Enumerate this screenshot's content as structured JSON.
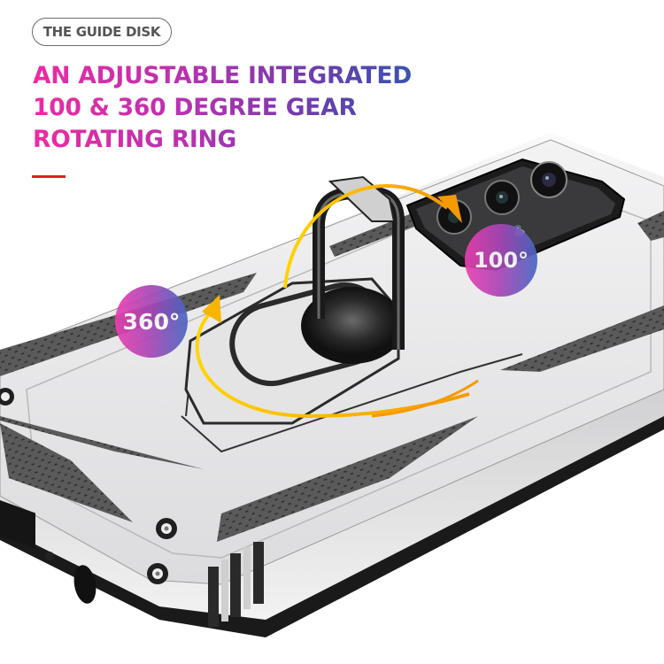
{
  "badge": {
    "label": "THE GUIDE DISK"
  },
  "headline": {
    "lines": [
      "AN ADJUSTABLE INTEGRATED",
      "100 & 360 DEGREE GEAR",
      "ROTATING RING"
    ],
    "gradient": [
      "#ef2aa3",
      "#b632b0",
      "#6e3dae",
      "#2f56b0"
    ]
  },
  "accent_line_color": "#e02020",
  "callouts": {
    "rotation_360": "360°",
    "rotation_100": "100°"
  },
  "product": {
    "description": "Silver rugged phone case with kickstand ring holder, triple camera cutout, honeycomb grip panels",
    "case_color": "#e9e9ea",
    "arrow_color": "#f7b500"
  }
}
